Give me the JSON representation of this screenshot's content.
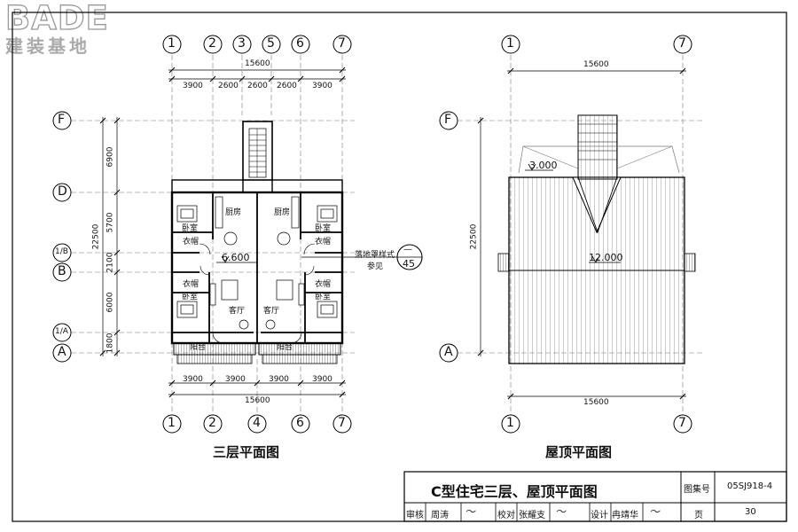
{
  "logo": {
    "brand": "BADE",
    "subtitle": "建装基地"
  },
  "plan_left": {
    "title": "三层平面图",
    "top_axes": [
      "1",
      "2",
      "3",
      "5",
      "6",
      "7"
    ],
    "bottom_axes": [
      "1",
      "2",
      "4",
      "6",
      "7"
    ],
    "side_axes": [
      "F",
      "D",
      "1/B",
      "B",
      "1/A",
      "A"
    ],
    "overall_width": "15600",
    "top_dims": [
      "3900",
      "2600",
      "2600",
      "2600",
      "3900"
    ],
    "bottom_dims": [
      "3900",
      "3900",
      "3900",
      "3900"
    ],
    "overall_depth": "22500",
    "side_dims": [
      "6900",
      "5700",
      "2100",
      "6000",
      "1800"
    ],
    "rooms": {
      "kitchen": "厨房",
      "bedroom": "卧室",
      "wardrobe": "衣帽",
      "living": "客厅",
      "balcony": "阳台"
    },
    "elevation": "6.600",
    "note_line1": "落地罩样式",
    "note_line2": "参见",
    "detail_ref": "45",
    "detail_ref_top": "—"
  },
  "plan_right": {
    "title": "屋顶平面图",
    "top_axes": [
      "1",
      "7"
    ],
    "bottom_axes": [
      "1",
      "7"
    ],
    "side_axes": [
      "F",
      "A"
    ],
    "overall_width_top": "15600",
    "overall_width_bottom": "15600",
    "overall_depth": "22500",
    "elev_low": "3.000",
    "elev_high": "12.000"
  },
  "title_block": {
    "drawing_title": "C型住宅三层、屋顶平面图",
    "atlas_label": "图集号",
    "atlas_number": "05SJ918-4",
    "review_label": "审核",
    "reviewer": "周涛",
    "check_label": "校对",
    "checker": "张耀支",
    "design_label": "设计",
    "designer": "冉靖华",
    "page_label": "页",
    "page_number": "30"
  }
}
